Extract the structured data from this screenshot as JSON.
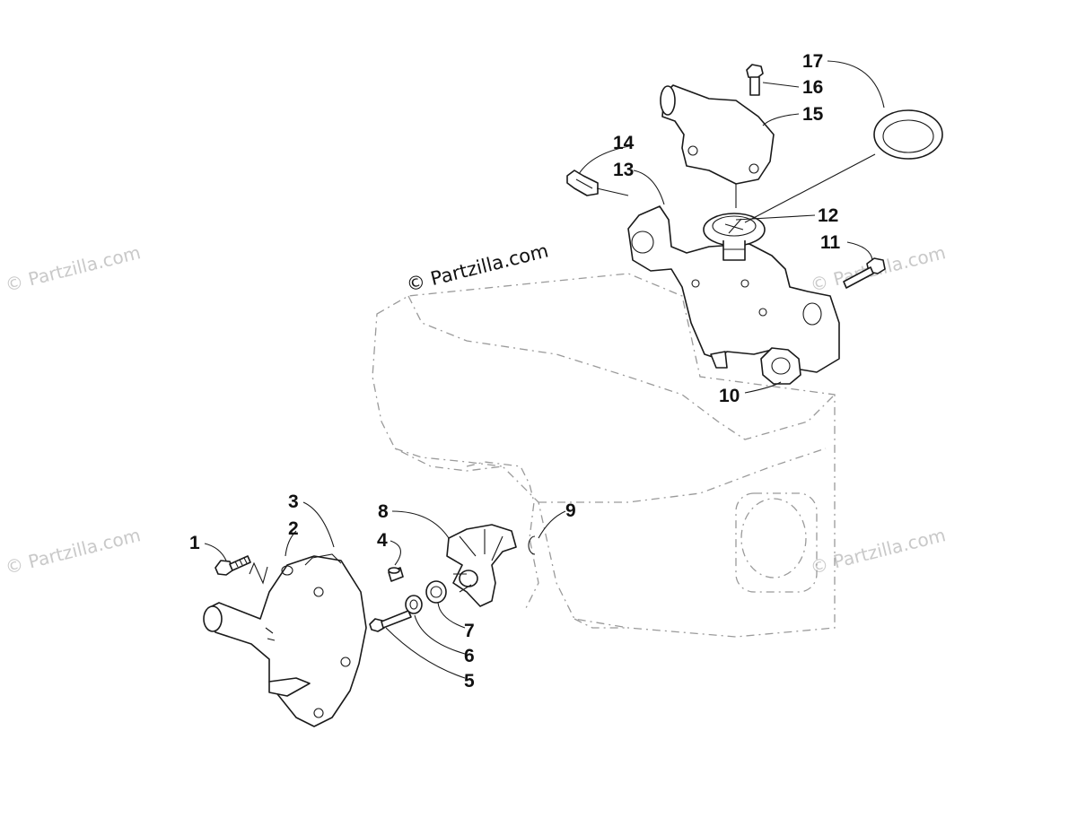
{
  "watermarks": {
    "main": "© Partzilla.com",
    "faint": "© Partzilla.com"
  },
  "callouts": {
    "c1": "1",
    "c2": "2",
    "c3": "3",
    "c4": "4",
    "c5": "5",
    "c6": "6",
    "c7": "7",
    "c8": "8",
    "c9": "9",
    "c10": "10",
    "c11": "11",
    "c12": "12",
    "c13": "13",
    "c14": "14",
    "c15": "15",
    "c16": "16",
    "c17": "17"
  },
  "colors": {
    "line": "#1a1a1a",
    "engine_outline": "#9a9a9a",
    "watermark": "#c9c9c9"
  }
}
